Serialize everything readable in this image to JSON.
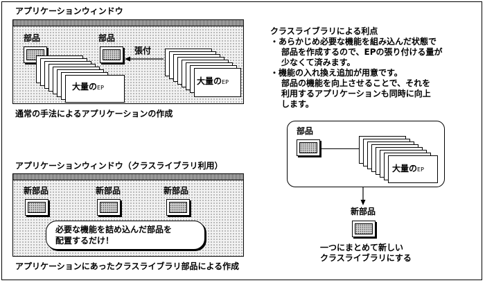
{
  "top_window": {
    "title": "アプリケーションウィンドウ",
    "part1_label": "部品",
    "part2_label": "部品",
    "paste_label": "張付",
    "ep_label_main": "大量の",
    "ep_label_unit": "EP",
    "ep_label2_main": "大量の",
    "ep_label2_unit": "EP",
    "caption": "通常の手法によるアプリケーションの作成"
  },
  "bottom_window": {
    "title": "アプリケーションウィンドウ（クラスライブラリ利用）",
    "parts": [
      "新部品",
      "新部品",
      "新部品"
    ],
    "callout_line1": "必要な機能を詰め込んだ部品を",
    "callout_line2": "配置するだけ！",
    "caption": "アプリケーションにあったクラスライブラリ部品による作成"
  },
  "advantages": {
    "heading": "クラスライブラリによる利点",
    "item1_lines": [
      "・あらかじめ必要な機能を組み込んだ状態で",
      "部品を作成するので、EPの張り付ける量が",
      "少なくて済みます。"
    ],
    "item2_lines": [
      "・機能の入れ換え追加が用意です。",
      "部品の機能を向上させることで、それを",
      "利用するアプリケーションも同時に向上",
      "します。"
    ]
  },
  "library_diagram": {
    "part_label": "部品",
    "ep_label_main": "大量の",
    "ep_label_unit": "EP",
    "new_part_label": "新部品",
    "caption_line1": "一つにまとめて新しい",
    "caption_line2": "クラスライブラリにする"
  }
}
